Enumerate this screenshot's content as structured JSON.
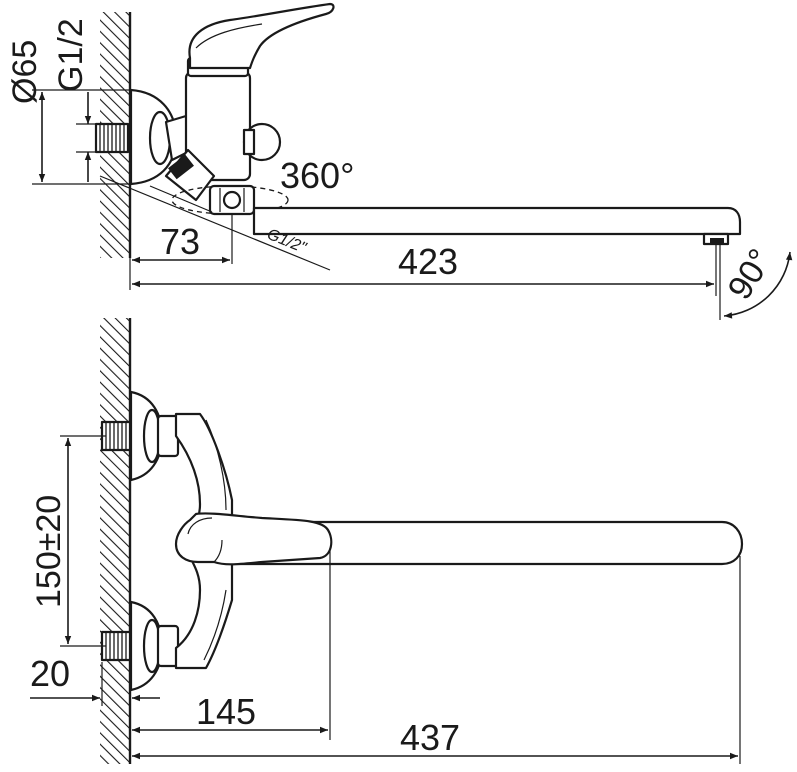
{
  "top_view": {
    "dia_label": "Ø65",
    "thread_label": "G1/2",
    "rotation_label": "360°",
    "inlet_label": "G1/2\"",
    "offset_label": "73",
    "spout_length_label": "423",
    "spout_angle_label": "90°"
  },
  "front_view": {
    "center_distance_label": "150±20",
    "thread_depth_label": "20",
    "handle_reach_label": "145",
    "overall_length_label": "437"
  },
  "colors": {
    "line": "#1a1a1a",
    "background": "#ffffff"
  }
}
